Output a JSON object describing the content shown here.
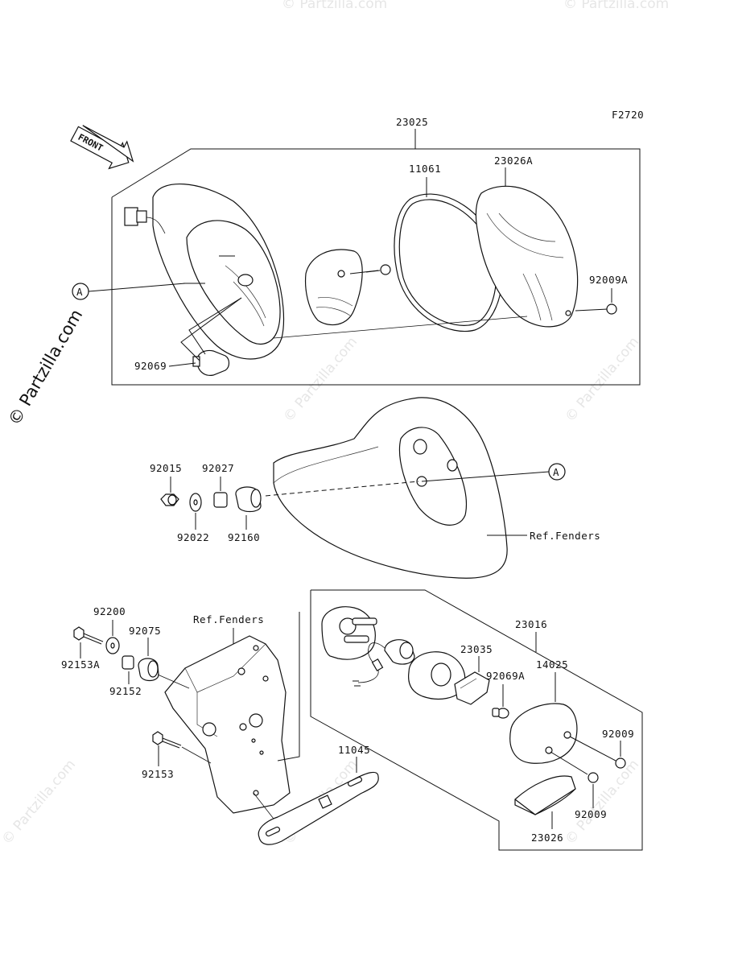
{
  "diagram": {
    "figure_code": "F2720",
    "front_label": "FRONT",
    "brand_watermark": "© Partzilla.com",
    "bg_watermark": "© Partzilla.com",
    "ref_callout": "A",
    "parts": {
      "p23025": "23025",
      "p11061": "11061",
      "p23026A": "23026A",
      "p92009A": "92009A",
      "p92069": "92069",
      "p92015": "92015",
      "p92027": "92027",
      "p92022": "92022",
      "p92160": "92160",
      "ref_fenders_1": "Ref.Fenders",
      "p92200": "92200",
      "p92075": "92075",
      "p92153A": "92153A",
      "p92152": "92152",
      "ref_fenders_2": "Ref.Fenders",
      "p92153": "92153",
      "p11045": "11045",
      "p23016": "23016",
      "p23035": "23035",
      "p92069A": "92069A",
      "p14025": "14025",
      "p92009_1": "92009",
      "p92009_2": "92009",
      "p23026": "23026"
    }
  }
}
